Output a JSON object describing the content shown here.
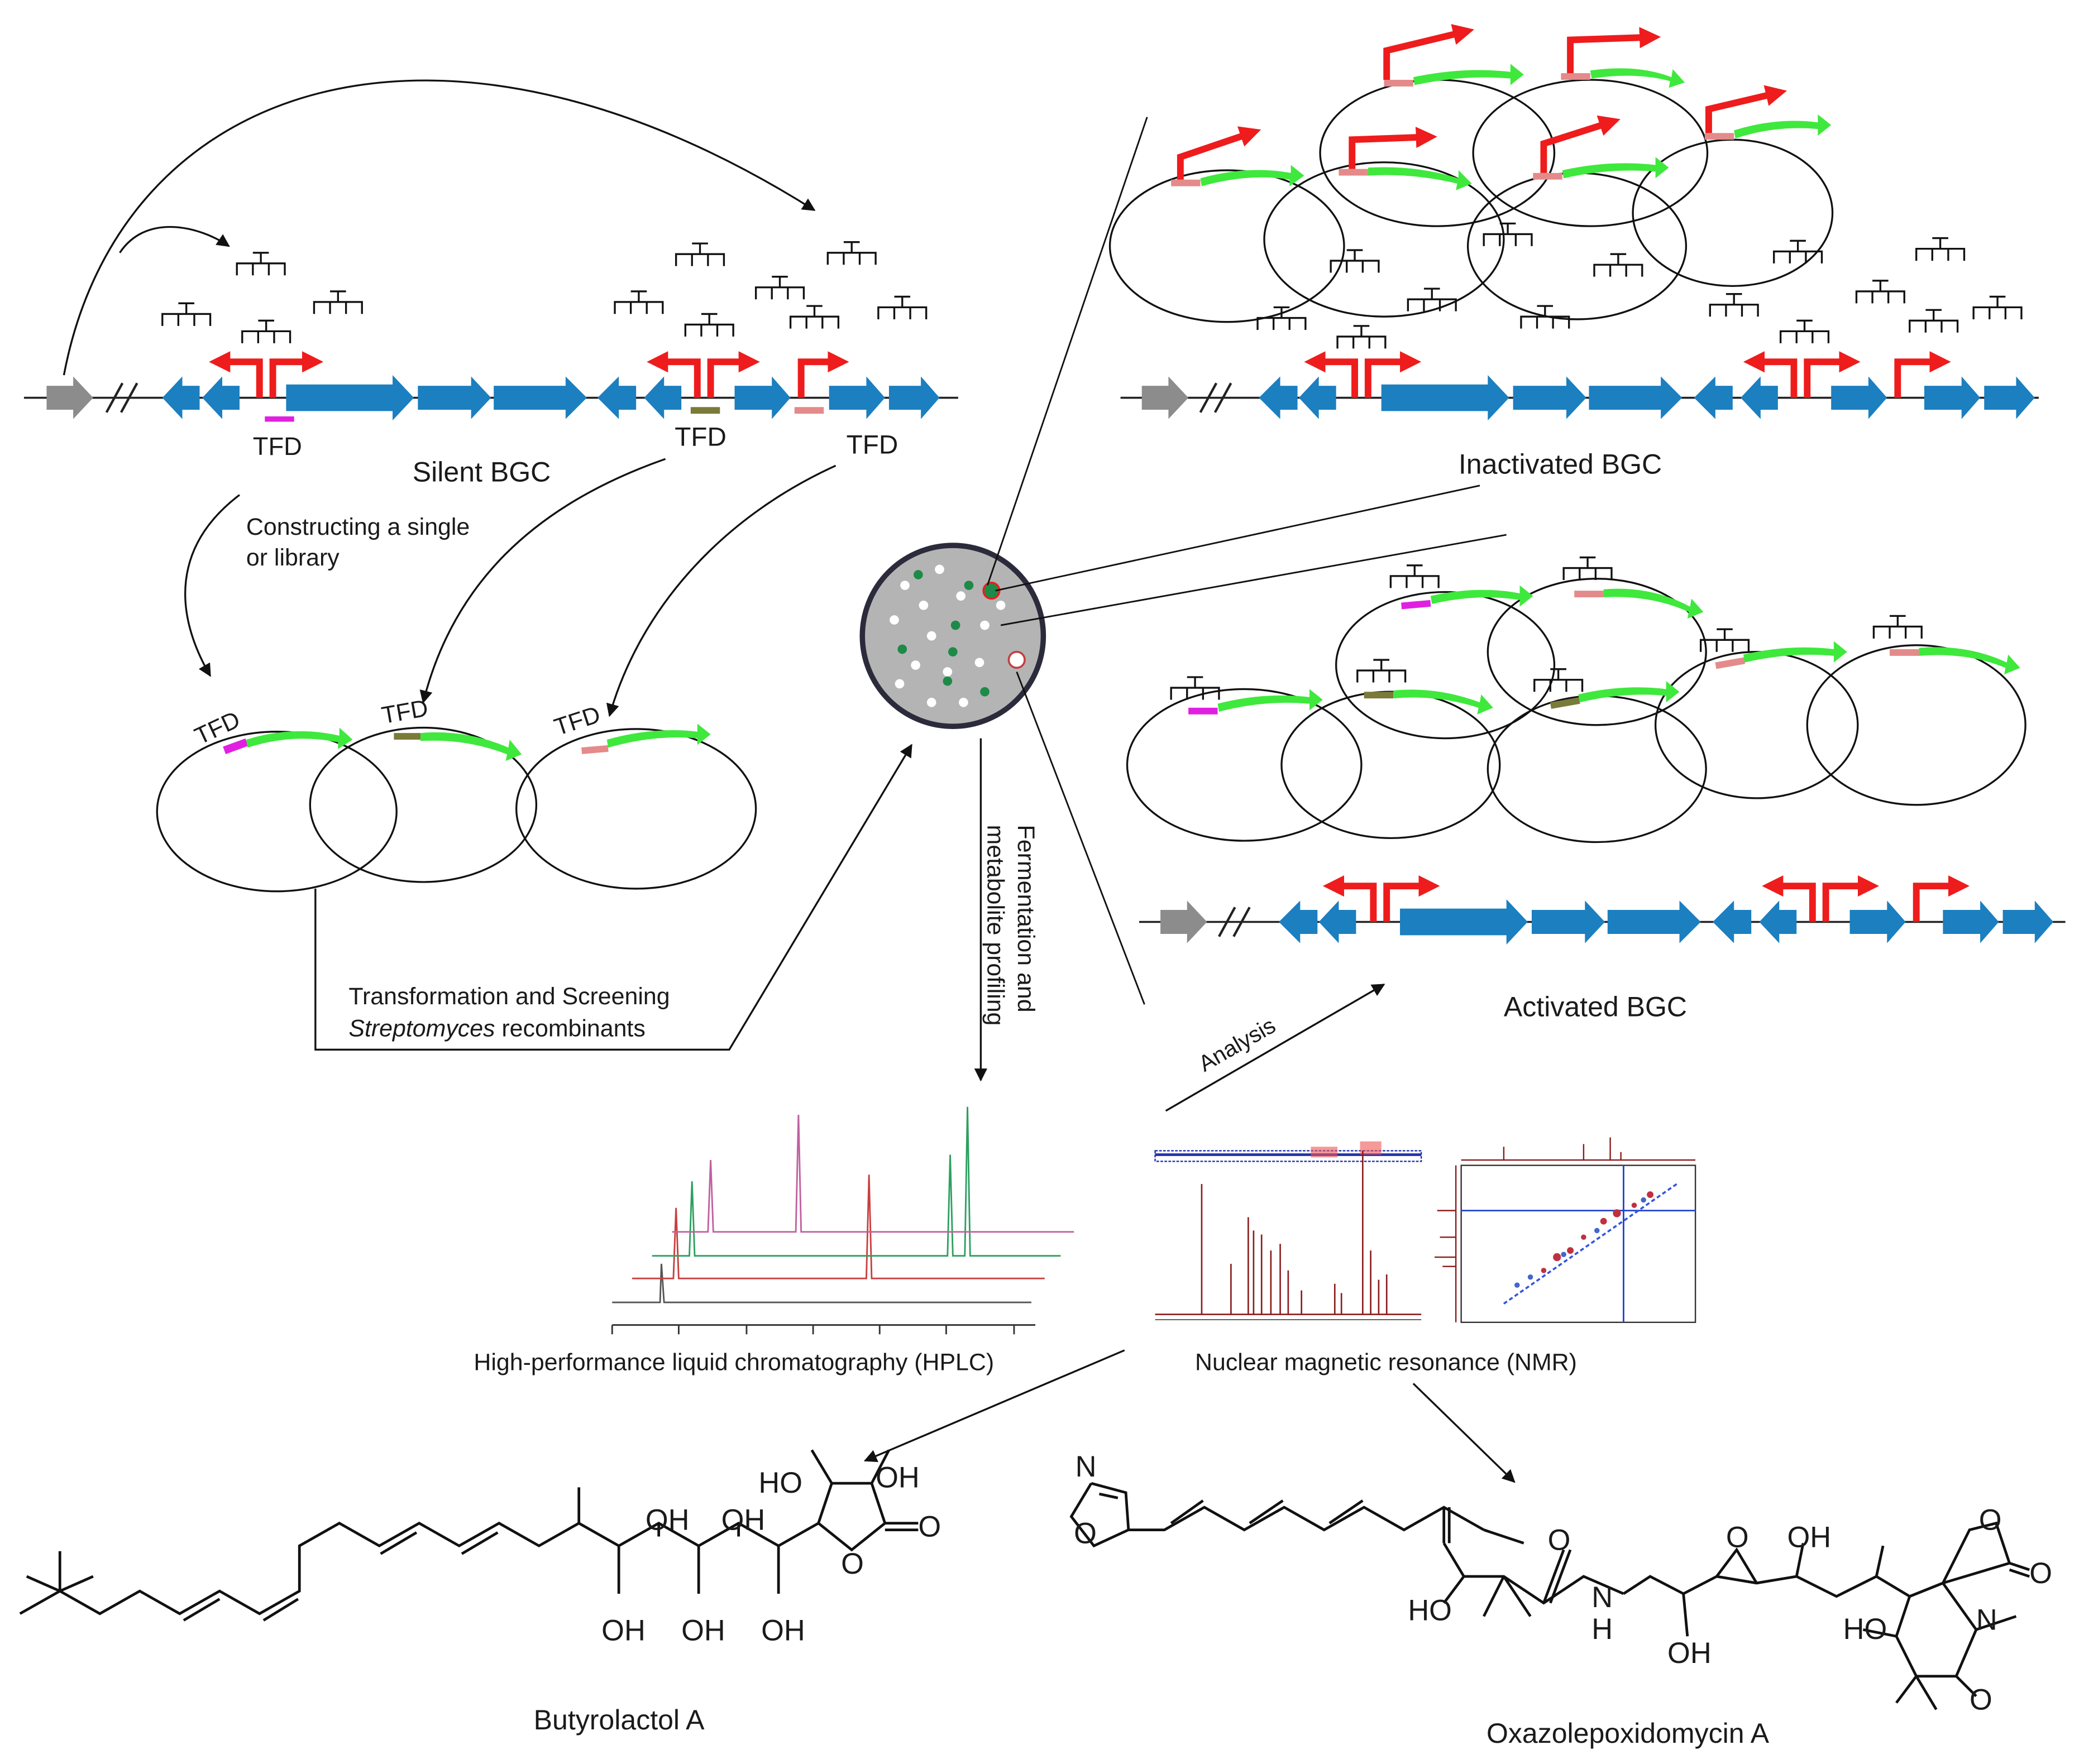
{
  "labels": {
    "tfd": "TFD",
    "silent_bgc": "Silent BGC",
    "inactivated_bgc": "Inactivated BGC",
    "activated_bgc": "Activated BGC",
    "construct_line1": "Constructing a single",
    "construct_line2": "or library",
    "transform_line1": "Transformation and Screening",
    "transform_line2_italic": "Streptomyces",
    "transform_line2_rest": " recombinants",
    "ferment_line1": "Fermentation and",
    "ferment_line2": "metabolite profiling",
    "analysis": "Analysis",
    "hplc": "High-performance liquid chromatography (HPLC)",
    "nmr": "Nuclear magnetic resonance (NMR)",
    "compound1": "Butyrolactol A",
    "compound2": "Oxazolepoxidomycin A"
  },
  "atoms": {
    "HO": "HO",
    "OH": "OH",
    "O": "O",
    "N": "N",
    "H": "H"
  },
  "colors": {
    "gene_blue": "#1b7fc0",
    "gene_green": "#3fe83c",
    "promoter_red": "#ee1c1c",
    "tfd_magenta": "#e020e0",
    "tfd_olive": "#7a7a3a",
    "tfd_pink": "#e48a8a",
    "gray_gene": "#8c8c8c",
    "plate_fill": "#b4b4b4",
    "plate_rim": "#2b2b3c",
    "dot_green": "#1e8a48"
  }
}
